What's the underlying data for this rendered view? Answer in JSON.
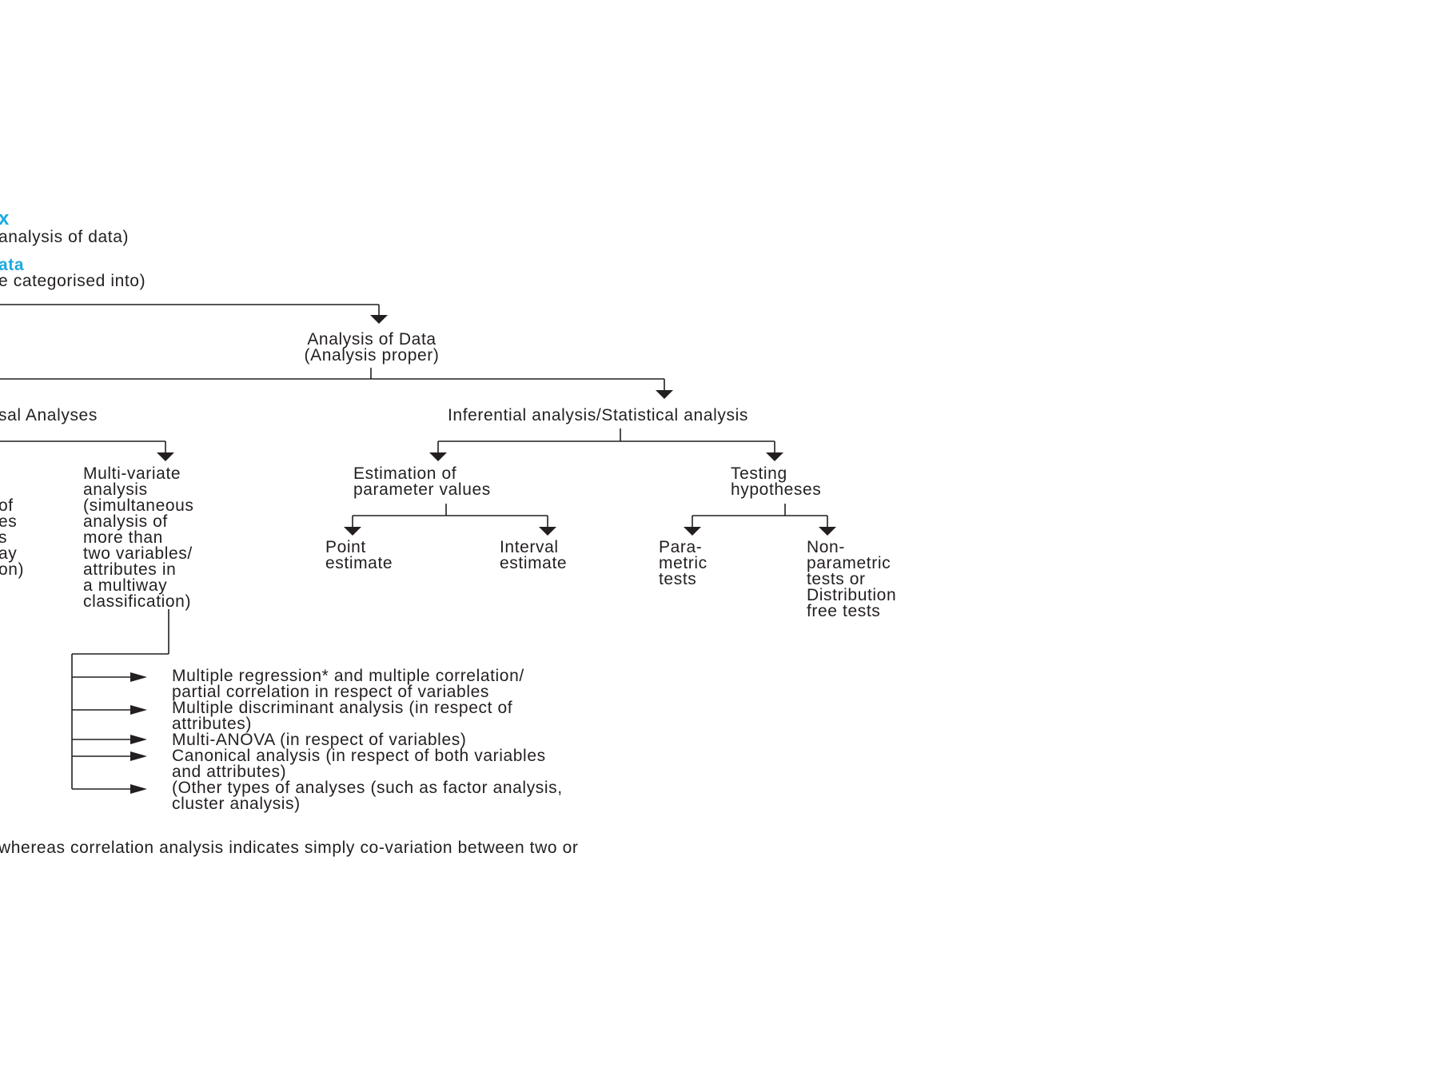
{
  "colors": {
    "accent": "#1ba9df",
    "line": "#231f20",
    "background": "#ffffff"
  },
  "header": {
    "title_fragment": "x",
    "title_note": "analysis of data)",
    "subtitle_fragment": "ata",
    "subtitle_note": "e categorised into)"
  },
  "nodes": {
    "analysis_of_data": "Analysis of Data\n(Analysis proper)",
    "causal_analyses": "sal Analyses",
    "inferential": "Inferential analysis/Statistical analysis",
    "left_partial": "of\nes\ns\nay\non)",
    "multivariate": "Multi-variate\nanalysis\n(simultaneous\nanalysis of\nmore than\ntwo variables/\nattributes in\na multiway\nclassification)",
    "estimation": "Estimation of\nparameter values",
    "testing": "Testing\nhypotheses",
    "point_estimate": "Point\nestimate",
    "interval_estimate": "Interval\nestimate",
    "parametric": "Para-\nmetric\ntests",
    "nonparametric": "Non-\nparametric\ntests or\nDistribution\nfree tests"
  },
  "multivariate_list": [
    "Multiple regression* and multiple correlation/\npartial correlation in respect of variables",
    "Multiple discriminant analysis (in respect of\nattributes)",
    "Multi-ANOVA (in respect of variables)",
    "Canonical analysis (in respect of both variables\nand attributes)",
    "(Other types of analyses (such as factor analysis,\ncluster analysis)"
  ],
  "footnote": "whereas correlation analysis indicates simply co-variation between two or"
}
